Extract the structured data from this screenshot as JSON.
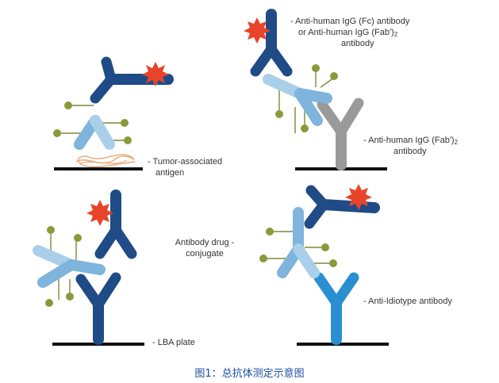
{
  "labels": {
    "tumor_line1": "- Tumor-associated",
    "tumor_line2": "antigen",
    "adc_line1": "Antibody drug -",
    "adc_line2": "conjugate",
    "lba_plate": "- LBA plate",
    "fc_line1": "- Anti-human IgG (Fc) antibody",
    "fc_line2": "or Anti-human IgG (Fab')",
    "fc_line2_sub": "2",
    "fc_line3": "antibody",
    "fab_line1": "- Anti-human IgG (Fab')",
    "fab_line1_sub": "2",
    "fab_line2": "antibody",
    "idiotype": "- Anti-Idiotype antibody"
  },
  "caption": "图1：总抗体测定示意图",
  "colors": {
    "dark_blue": "#1f4b87",
    "light_blue": "#7fb4dc",
    "pale_blue": "#a9cfe9",
    "gray": "#9a9a9a",
    "bright_blue": "#2a8fd0",
    "drug_green": "#8a9a3a",
    "label_star": "#e8442a",
    "antigen": "#e8a878",
    "plate": "#111111"
  }
}
